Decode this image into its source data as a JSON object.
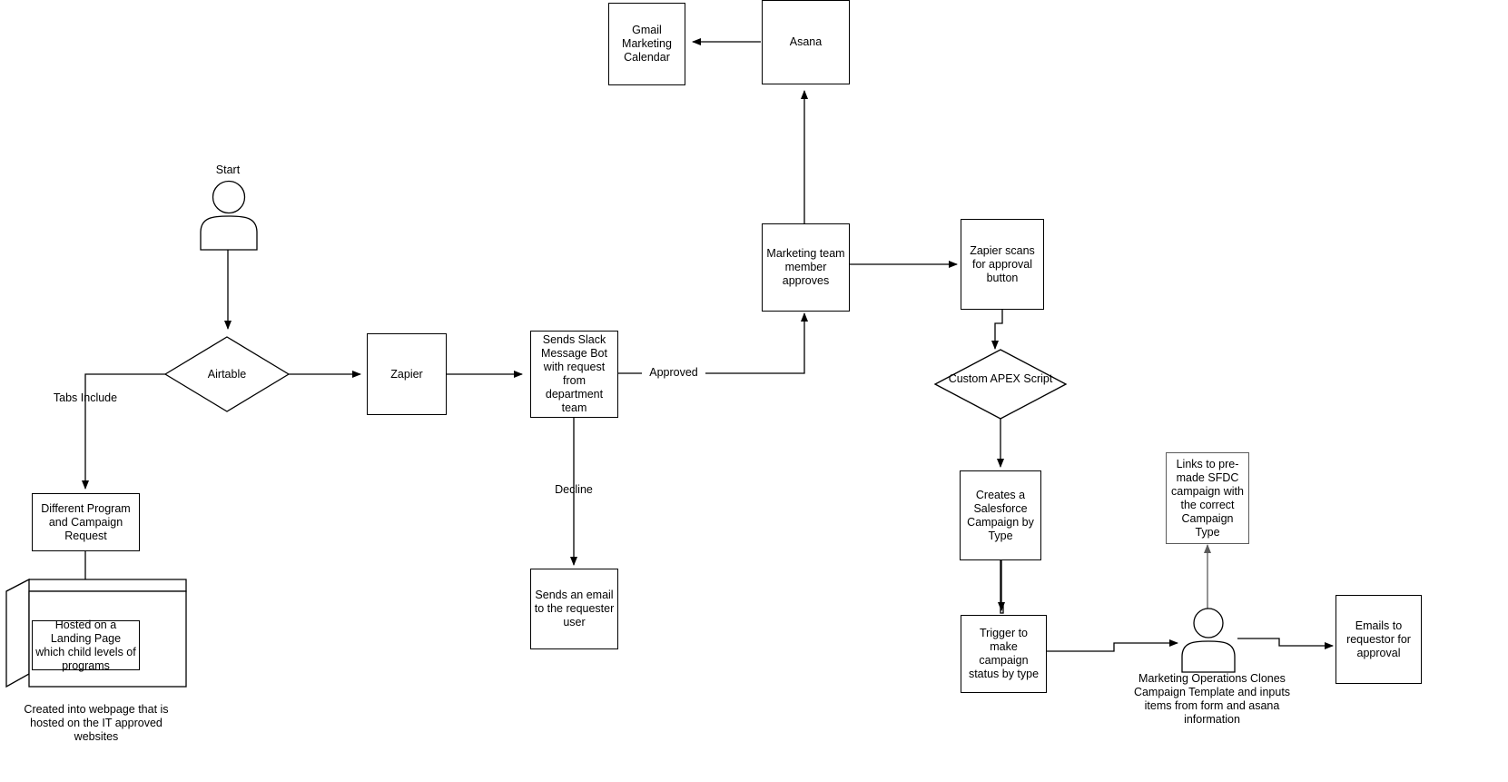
{
  "diagram": {
    "title": "Marketing Campaign Request Workflow",
    "stroke_color": "#000000",
    "gray_stroke_color": "#5b5b5b",
    "background_color": "#ffffff"
  },
  "nodes": {
    "start_label": "Start",
    "start_actor": "person-icon",
    "airtable": "Airtable",
    "zapier": "Zapier",
    "slack_bot": "Sends Slack Message Bot with request from department team",
    "decline_email": "Sends an email to the requester user",
    "marketing_approves": "Marketing team member approves",
    "asana": "Asana",
    "gmail_calendar": "Gmail Marketing Calendar",
    "zapier_scans": "Zapier scans for approval button",
    "apex_script": "Custom APEX Script",
    "creates_campaign": "Creates a Salesforce Campaign by Type",
    "trigger_status": "Trigger to make campaign status by type",
    "marketing_ops_actor": "person-icon",
    "marketing_ops_caption": "Marketing Operations Clones Campaign Template and inputs items from form and asana information",
    "links_sfdc": "Links to pre-made SFDC campaign with the correct Campaign Type",
    "emails_requestor": "Emails to requestor for approval",
    "different_program": "Different Program and Campaign Request",
    "hosted_landing": "Hosted on a Landing Page which child levels of programs",
    "cube_caption": "Created into webpage that is hosted on the IT approved websites"
  },
  "edge_labels": {
    "tabs_include": "Tabs Include",
    "approved": "Approved",
    "decline": "Decline"
  }
}
